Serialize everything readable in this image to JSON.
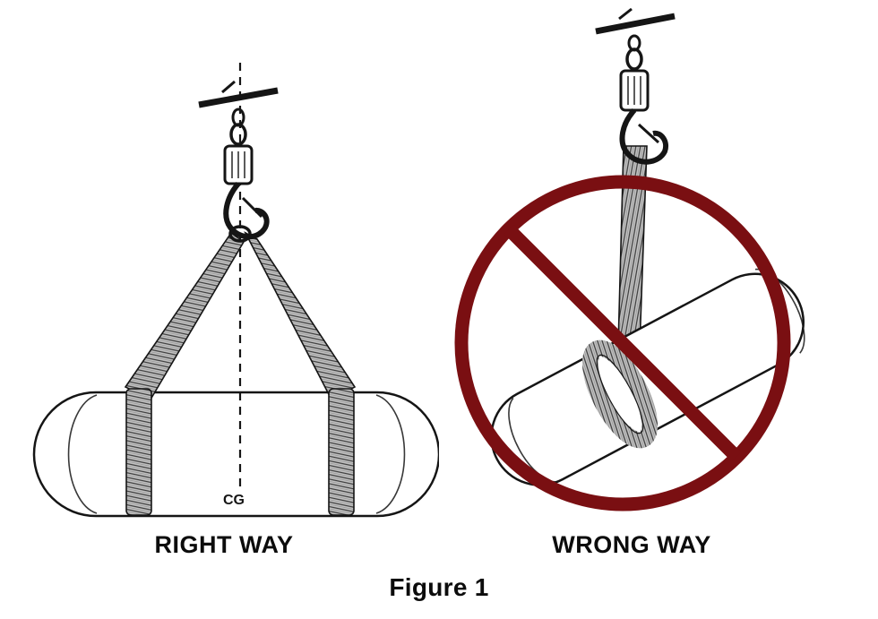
{
  "figure": {
    "caption": "Figure 1",
    "right_way_label": "RIGHT WAY",
    "wrong_way_label": "WRONG WAY",
    "cg_label": "CG"
  },
  "colors": {
    "prohibition": "#7a0f12",
    "ink": "#151515",
    "sling": "#c6c6c6"
  }
}
